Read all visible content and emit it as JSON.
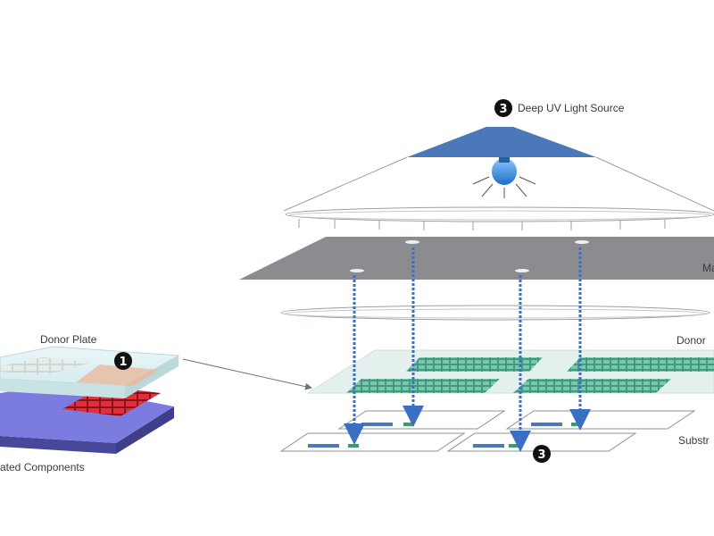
{
  "labels": {
    "light_source": "Deep UV Light Source",
    "mask": "Ma",
    "donor_right": "Donor",
    "substrate": "Substr",
    "donor_plate_left": "Donor Plate",
    "components_left": "ated Components"
  },
  "markers": {
    "marker_1": "1",
    "marker_3_top": "3",
    "marker_3_bottom": "3"
  },
  "colors": {
    "mask": "#8a8c90",
    "light_cone": "#4a78b8",
    "bulb": "#3a86d6",
    "arrow": "#3b6fc4",
    "green_pattern": "#4fa58a",
    "donor_plate": "#d9eef0",
    "red_components": "#d8262e",
    "substrate_purple": "#6b6ad6"
  }
}
